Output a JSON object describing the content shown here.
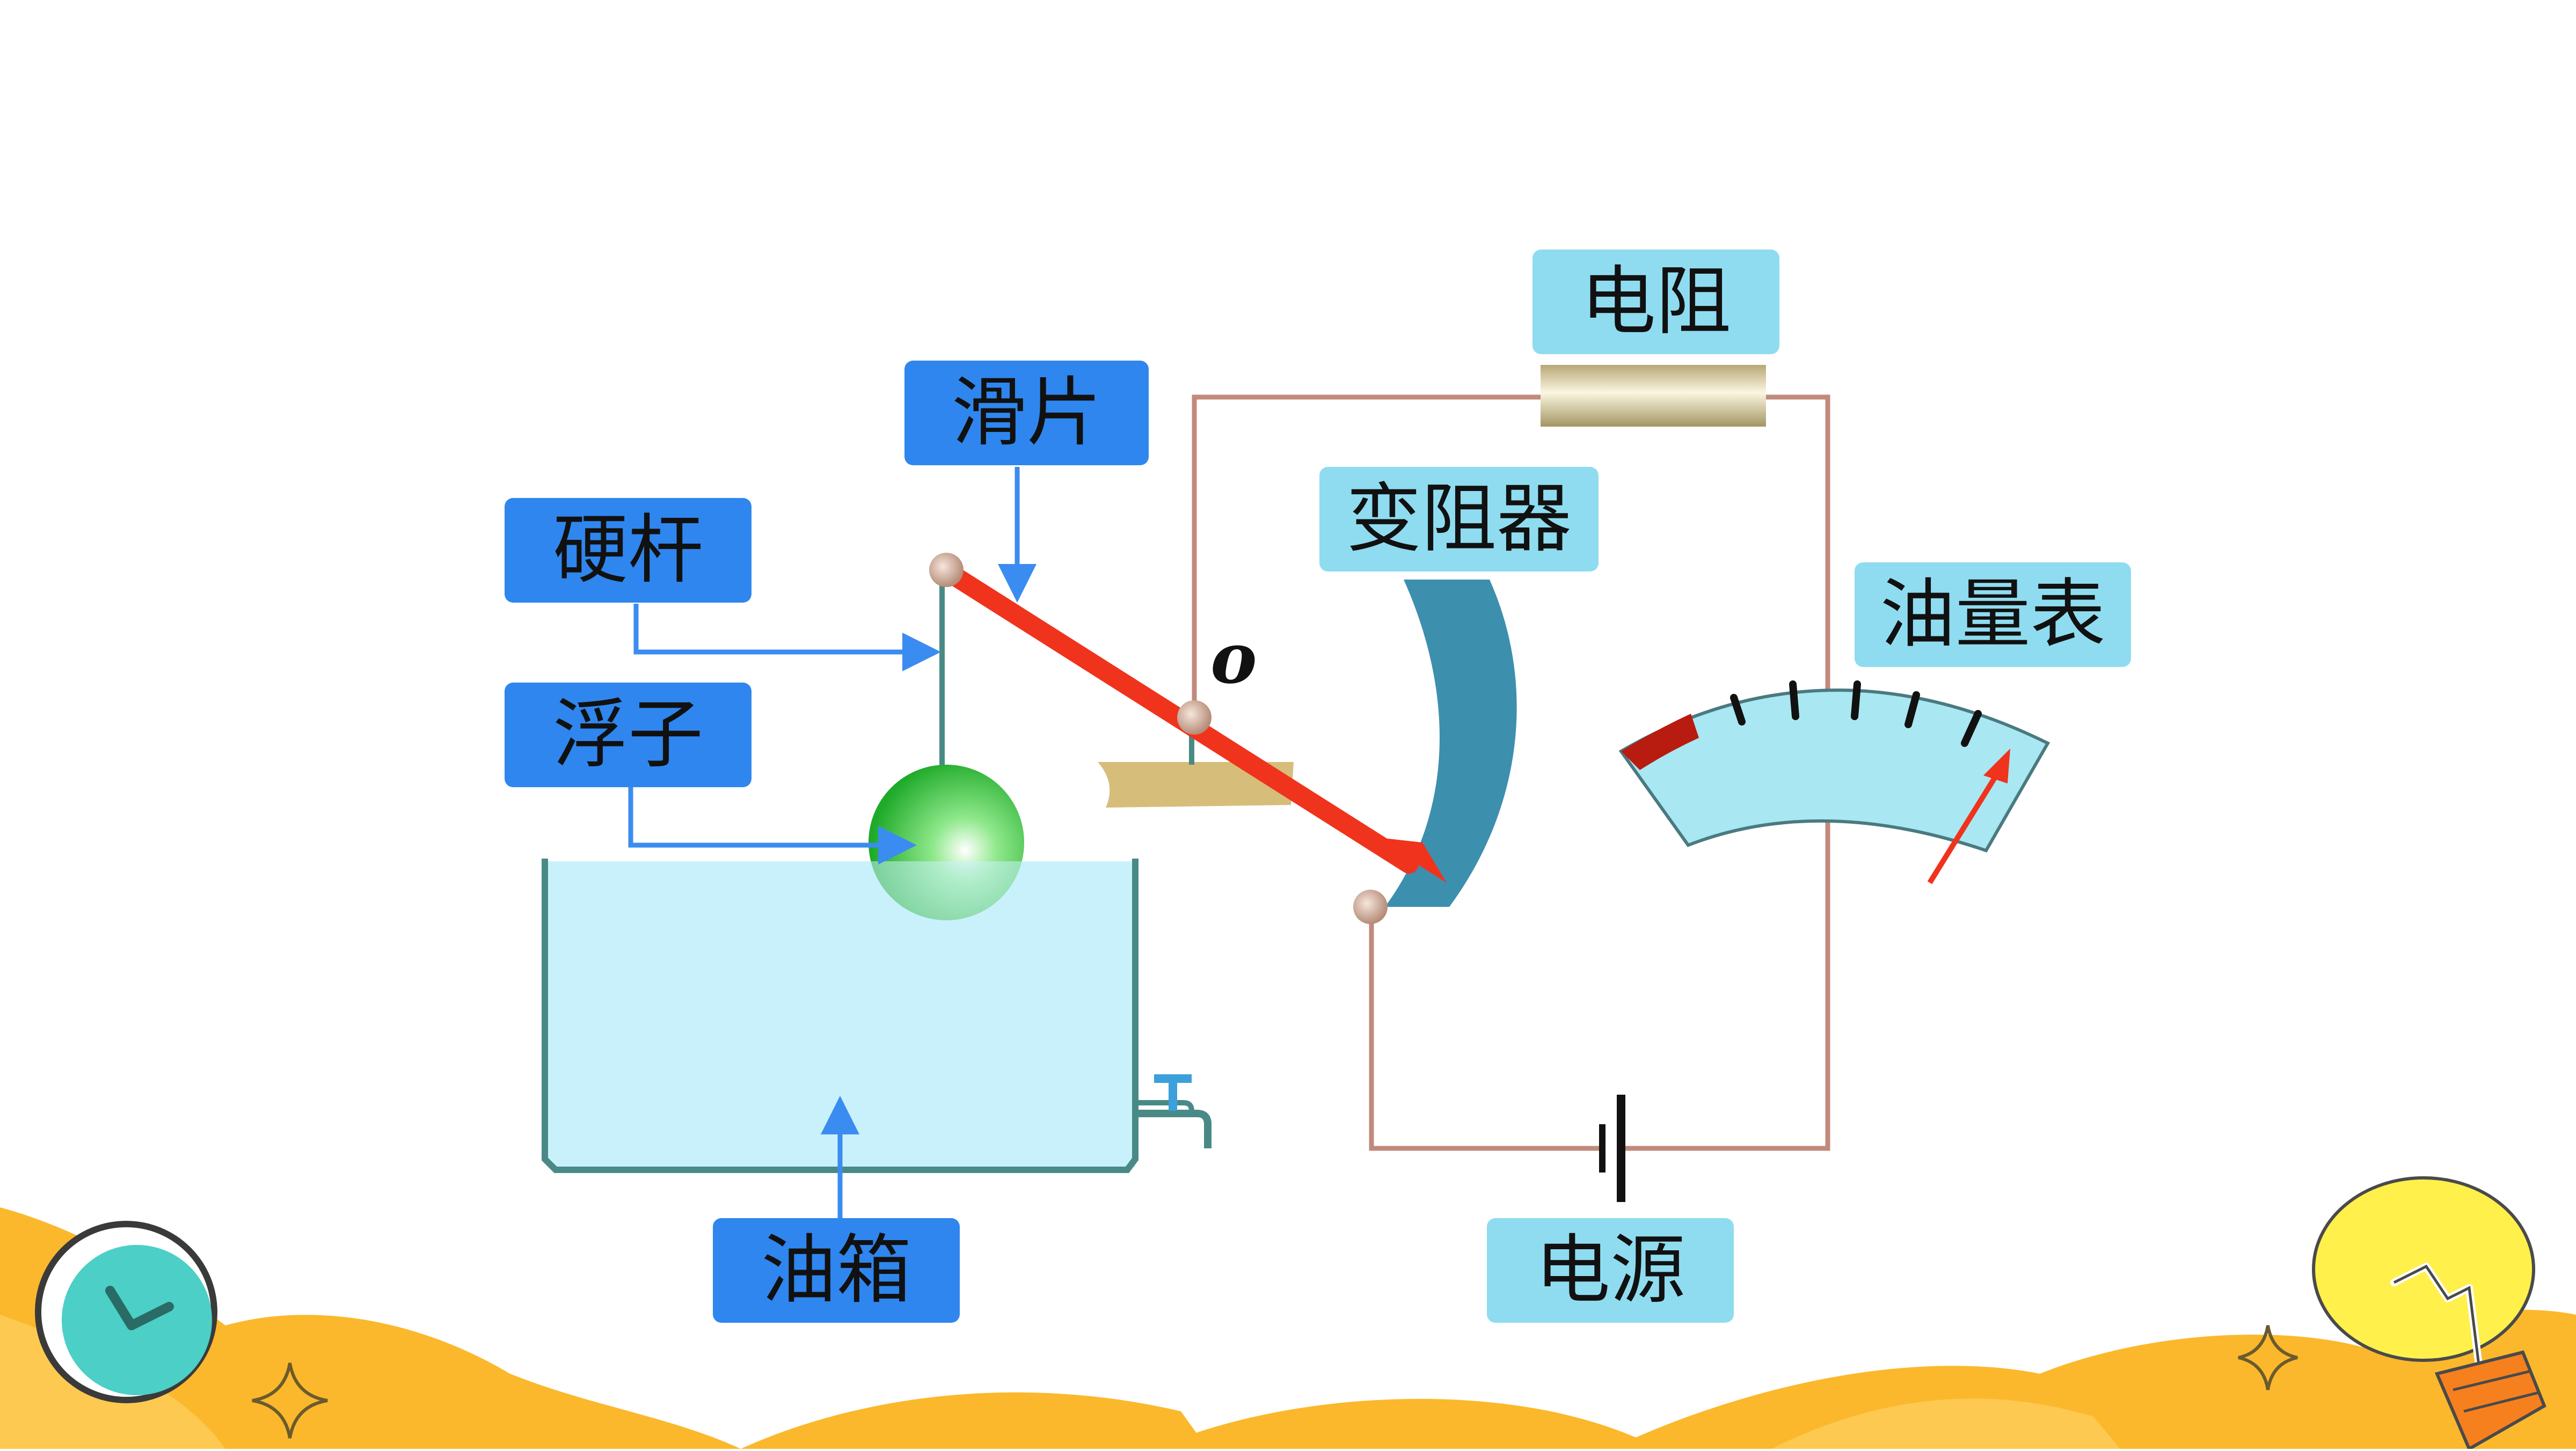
{
  "labels": {
    "slider": "滑片",
    "rod": "硬杆",
    "float": "浮子",
    "tank": "油箱",
    "resistor": "电阻",
    "rheostat": "变阻器",
    "gauge": "油量表",
    "power": "电源",
    "pivot": "o"
  },
  "icons": {
    "clock": "clock-icon",
    "bulb": "lightbulb-icon",
    "sparkle": "sparkle-icon"
  },
  "colors": {
    "label_blue": "#2f86ee",
    "label_cyan": "#8fdcf0",
    "wire": "#c08a7c",
    "arrow": "#3b8cf0",
    "lever": "#f0331c",
    "rheostat": "#3d8fae",
    "tank_water": "#c9f1fb",
    "gauge": "#a9e7f2",
    "footer": "#fbb82c"
  }
}
